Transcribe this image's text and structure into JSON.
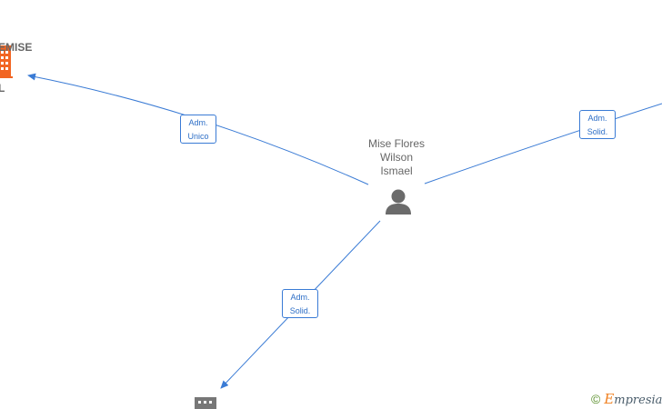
{
  "center_person": {
    "name_lines": [
      "Mise Flores",
      "Wilson",
      "Ismael"
    ],
    "icon": "person-icon"
  },
  "company_top_left": {
    "name_lines": [
      "EMISE",
      "L"
    ],
    "icon": "building-icon",
    "color": "#f26522"
  },
  "company_bottom": {
    "icon": "building-icon",
    "color": "#777777"
  },
  "edges": [
    {
      "id": "to-top-left",
      "label_lines": [
        "Adm.",
        "Unico"
      ]
    },
    {
      "id": "to-right",
      "label_lines": [
        "Adm.",
        "Solid."
      ]
    },
    {
      "id": "to-bottom",
      "label_lines": [
        "Adm.",
        "Solid."
      ]
    }
  ],
  "colors": {
    "edge": "#3a7bd5",
    "text": "#666666"
  },
  "watermark": {
    "symbol": "©",
    "brand_initial": "E",
    "brand_rest": "mpresia"
  }
}
